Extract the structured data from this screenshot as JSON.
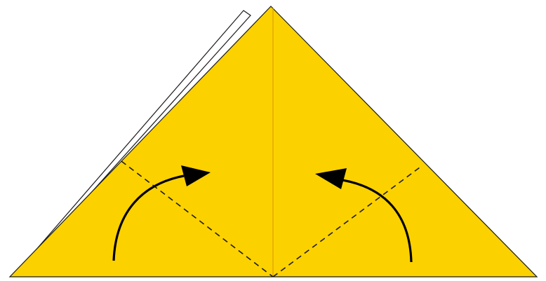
{
  "colors": {
    "paper_front": "#fcd100",
    "paper_back": "#ffffff",
    "outline": "#1a1a1a",
    "center_crease": "#e0a800",
    "arrow": "#000000",
    "background": "#ffffff"
  },
  "diagram": {
    "subject": "origami step",
    "elements": [
      "back-layer-triangle",
      "front-yellow-triangle",
      "center-crease",
      "left-fold-line",
      "right-fold-line",
      "left-fold-arrow",
      "right-fold-arrow"
    ]
  }
}
